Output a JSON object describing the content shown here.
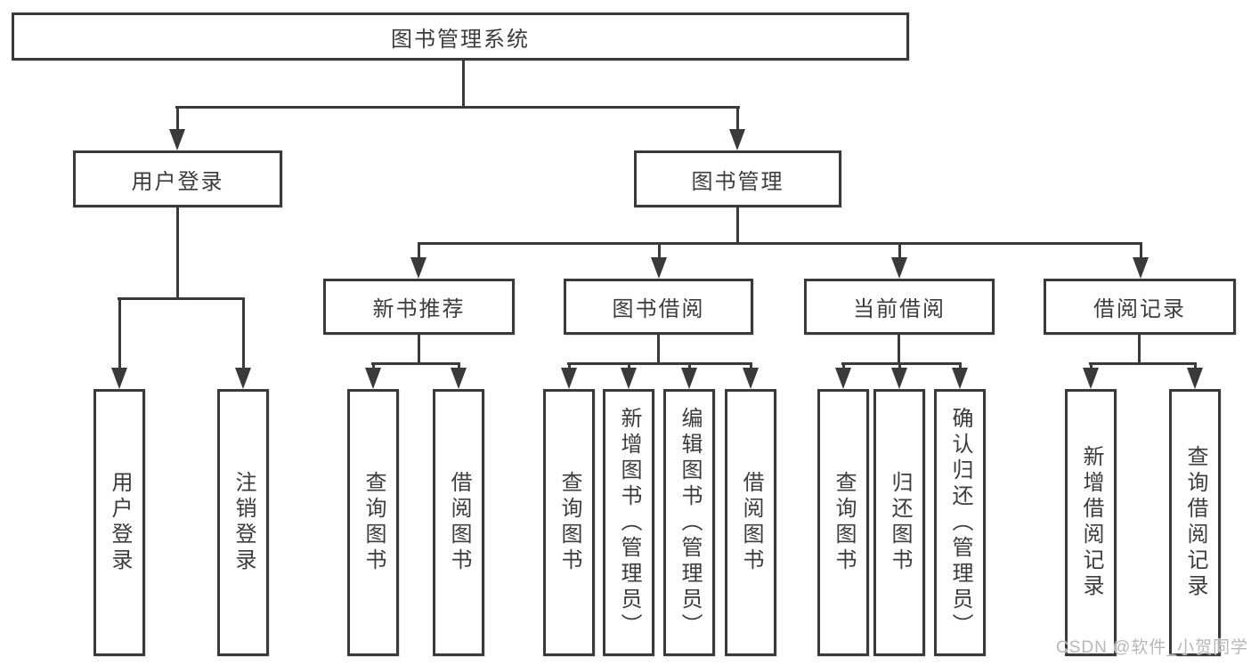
{
  "diagram": {
    "root": {
      "label": "图书管理系统"
    },
    "branches": [
      {
        "label": "用户登录",
        "children": [
          {
            "label": "用户登录"
          },
          {
            "label": "注销登录"
          }
        ]
      },
      {
        "label": "图书管理",
        "children": [
          {
            "label": "新书推荐",
            "children": [
              {
                "label": "查询图书"
              },
              {
                "label": "借阅图书"
              }
            ]
          },
          {
            "label": "图书借阅",
            "children": [
              {
                "label": "查询图书"
              },
              {
                "label": "新增图书（管理员）"
              },
              {
                "label": "编辑图书（管理员）"
              },
              {
                "label": "借阅图书"
              }
            ]
          },
          {
            "label": "当前借阅",
            "children": [
              {
                "label": "查询图书"
              },
              {
                "label": "归还图书"
              },
              {
                "label": "确认归还（管理员）"
              }
            ]
          },
          {
            "label": "借阅记录",
            "children": [
              {
                "label": "新增借阅记录"
              },
              {
                "label": "查询借阅记录"
              }
            ]
          }
        ]
      }
    ]
  },
  "watermark": "CSDN @软件_小贺同学",
  "colors": {
    "line": "#3a3a3a",
    "text": "#3c3c3c",
    "background": "#ffffff",
    "watermark": "#b7b7b7"
  }
}
